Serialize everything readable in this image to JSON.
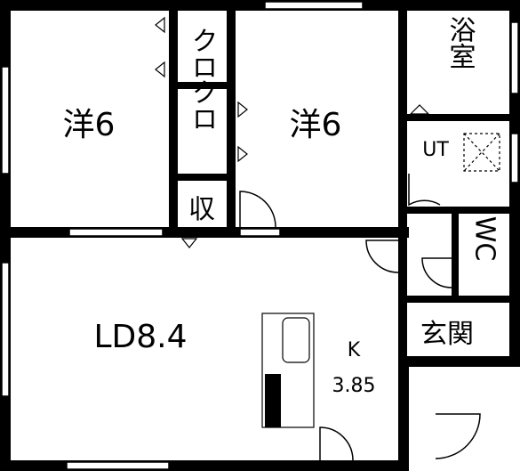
{
  "rooms": {
    "western_left": "洋6",
    "western_right": "洋6",
    "closet_top": "クロ",
    "closet_mid": "クロ",
    "storage": "収",
    "bath": "浴室",
    "utility": "UT",
    "toilet": "WC",
    "entrance": "玄関",
    "living": "LD8.4",
    "kitchen_label": "K",
    "kitchen_size": "3.85"
  },
  "colors": {
    "wall": "#000000",
    "background": "#ffffff"
  }
}
